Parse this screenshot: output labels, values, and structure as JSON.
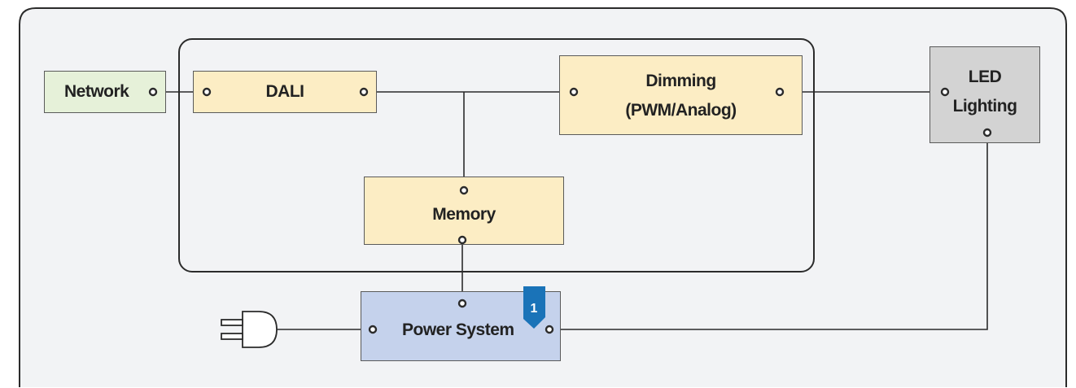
{
  "diagram": {
    "nodes": {
      "network": {
        "label": "Network"
      },
      "dali": {
        "label": "DALI"
      },
      "dimming": {
        "label_line1": "Dimming",
        "label_line2": "(PWM/Analog)"
      },
      "memory": {
        "label": "Memory"
      },
      "led": {
        "label_line1": "LED",
        "label_line2": "Lighting"
      },
      "power": {
        "label": "Power System",
        "badge": "1"
      }
    },
    "colors": {
      "panel_bg": "#f2f3f5",
      "network_fill": "#e6f1d9",
      "module_fill": "#fcedc4",
      "led_fill": "#d3d3d3",
      "power_fill": "#c5d2ec",
      "badge": "#1a73b8",
      "line": "#2b2b2b"
    },
    "icons": {
      "plug": "power-plug-icon"
    }
  }
}
